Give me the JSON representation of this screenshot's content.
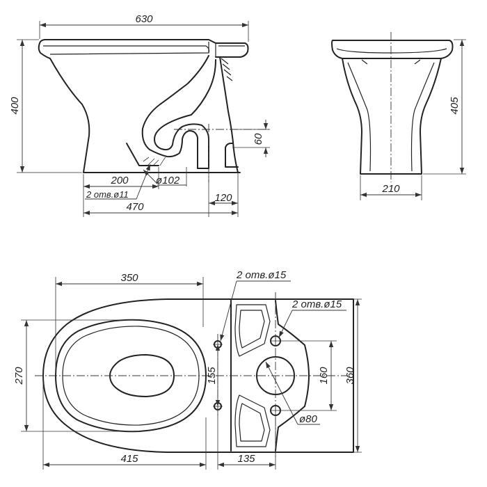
{
  "side_view": {
    "overall_length": "630",
    "height": "400",
    "outlet_height": "60",
    "floor_span": "200",
    "fixing_holes": "2 отв.ø11",
    "outlet_diameter": "ø102",
    "outlet_offset": "120",
    "base_length": "470"
  },
  "front_view": {
    "height": "405",
    "base_width": "210"
  },
  "top_view": {
    "bowl_length": "350",
    "tank_holes_top": "2 отв.ø15",
    "tank_holes_right": "2 отв.ø15",
    "bowl_width": "270",
    "hole_spacing": "155",
    "tank_hole_spacing": "160",
    "tank_width": "360",
    "outlet_hole": "ø80",
    "front_length": "415",
    "shelf_depth": "135"
  }
}
